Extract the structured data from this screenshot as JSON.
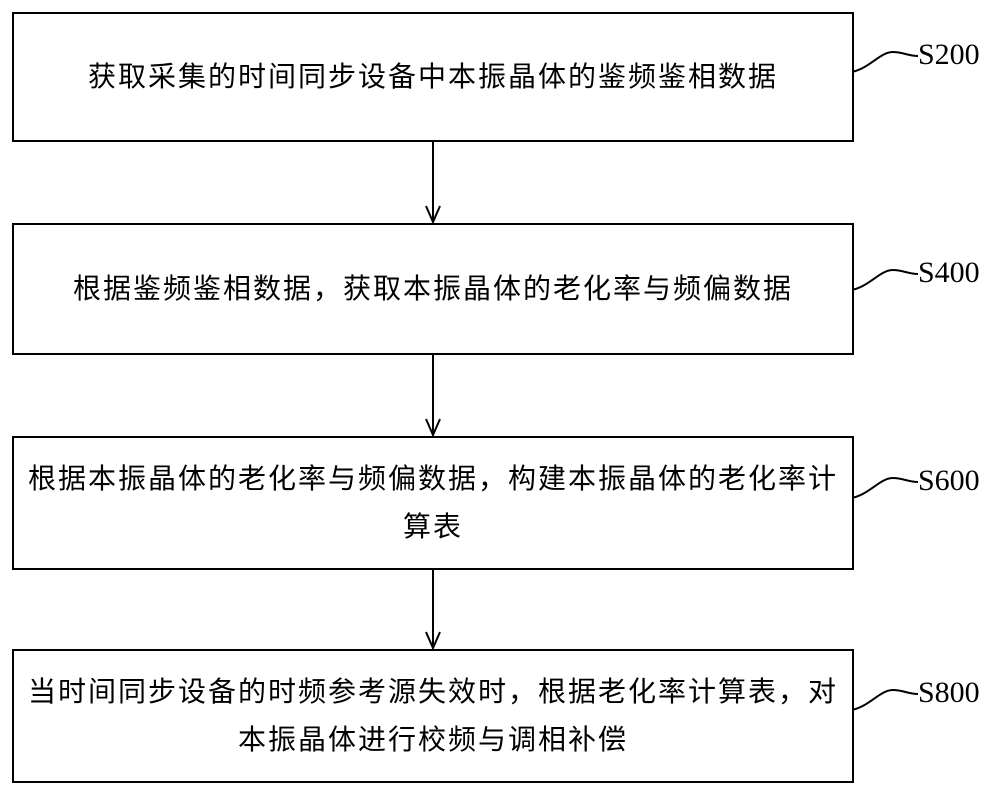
{
  "steps": [
    {
      "id": "S200",
      "text": "获取采集的时间同步设备中本振晶体的鉴频鉴相数据"
    },
    {
      "id": "S400",
      "text": "根据鉴频鉴相数据，获取本振晶体的老化率与频偏数据"
    },
    {
      "id": "S600",
      "text": "根据本振晶体的老化率与频偏数据，构建本振晶体的老化率计算表"
    },
    {
      "id": "S800",
      "text": "当时间同步设备的时频参考源失效时，根据老化率计算表，对本振晶体进行校频与调相补偿"
    }
  ]
}
